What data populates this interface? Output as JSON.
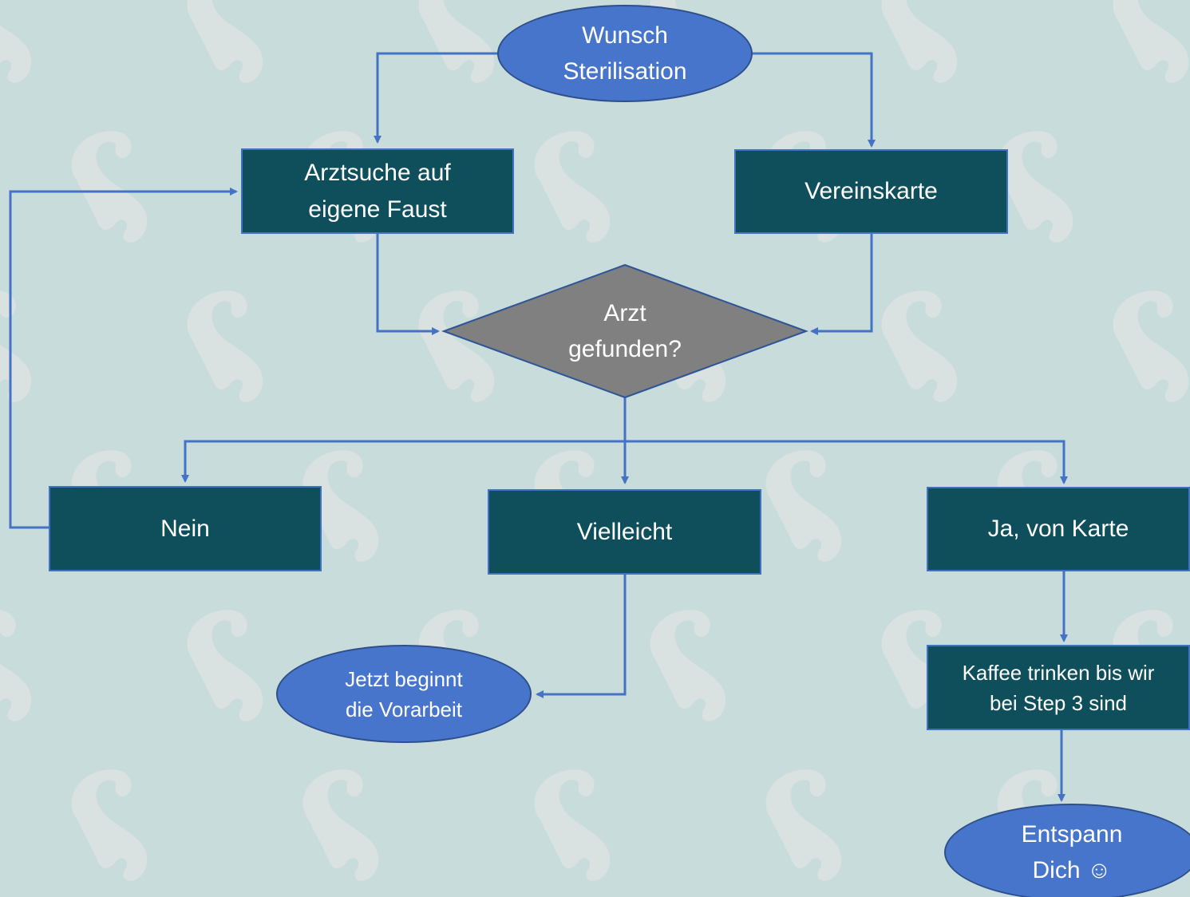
{
  "nodes": {
    "start": "Wunsch\nSterilisation",
    "self_search": "Arztsuche auf\neigene Faust",
    "club_card": "Vereinskarte",
    "decision": "Arzt\ngefunden?",
    "no": "Nein",
    "maybe": "Vielleicht",
    "yes_card": "Ja, von Karte",
    "prep_work": "Jetzt beginnt\ndie Vorarbeit",
    "coffee": "Kaffee trinken bis wir\nbei Step 3 sind",
    "relax": "Entspann\nDich ☺"
  },
  "colors": {
    "background": "#c8dcdc",
    "pattern": "#dfe3e3",
    "process_fill": "#0f4f5c",
    "terminal_fill": "#4875cc",
    "decision_fill": "#808080",
    "connector": "#4472c4"
  }
}
